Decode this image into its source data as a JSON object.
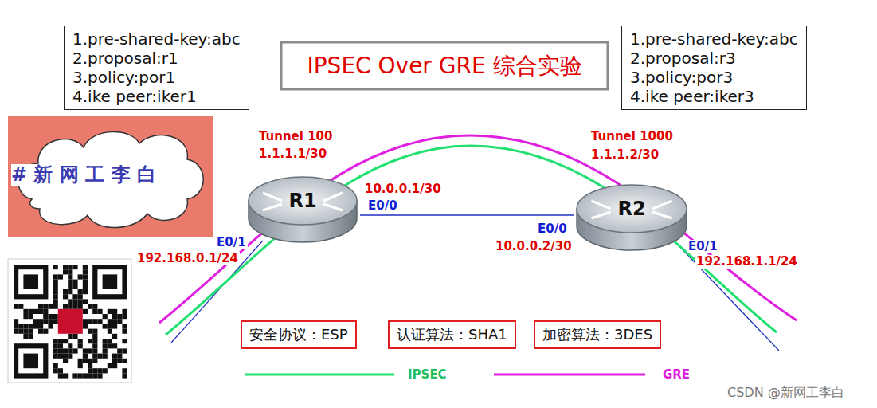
{
  "diagram": {
    "title": "IPSEC Over GRE 综合实验",
    "nodes": [
      {
        "text": [
          "1.pre-shared-key:abc",
          "2.proposal:r1",
          "3.policy:por1",
          "4.ike peer:iker1"
        ]
      },
      {
        "text": [
          "1.pre-shared-key:abc",
          "2.proposal:r3",
          "3.policy:por3",
          "4.ike peer:iker3"
        ]
      },
      {
        "text": [
          "R1"
        ]
      },
      {
        "text": [
          "R2"
        ]
      },
      {
        "text": [
          "安全协议：ESP"
        ]
      },
      {
        "text": [
          "认证算法：SHA1"
        ]
      },
      {
        "text": [
          "加密算法：3DES"
        ]
      }
    ],
    "edges": [
      {
        "from": 2,
        "to": 3,
        "arrow": "none"
      }
    ],
    "labels": [
      "Tunnel 100",
      "1.1.1.1/30",
      "10.0.0.1/30",
      "E0/0",
      "E0/1",
      "192.168.0.1/24",
      "Tunnel 1000",
      "1.1.1.2/30",
      "E0/0",
      "10.0.0.2/30",
      "E0/1",
      "192.168.1.1/24",
      "# 新 网 工 李 白",
      "CSDN @新网工李白"
    ],
    "legend": [
      {
        "text": "IPSEC"
      },
      {
        "text": "GRE"
      }
    ]
  }
}
